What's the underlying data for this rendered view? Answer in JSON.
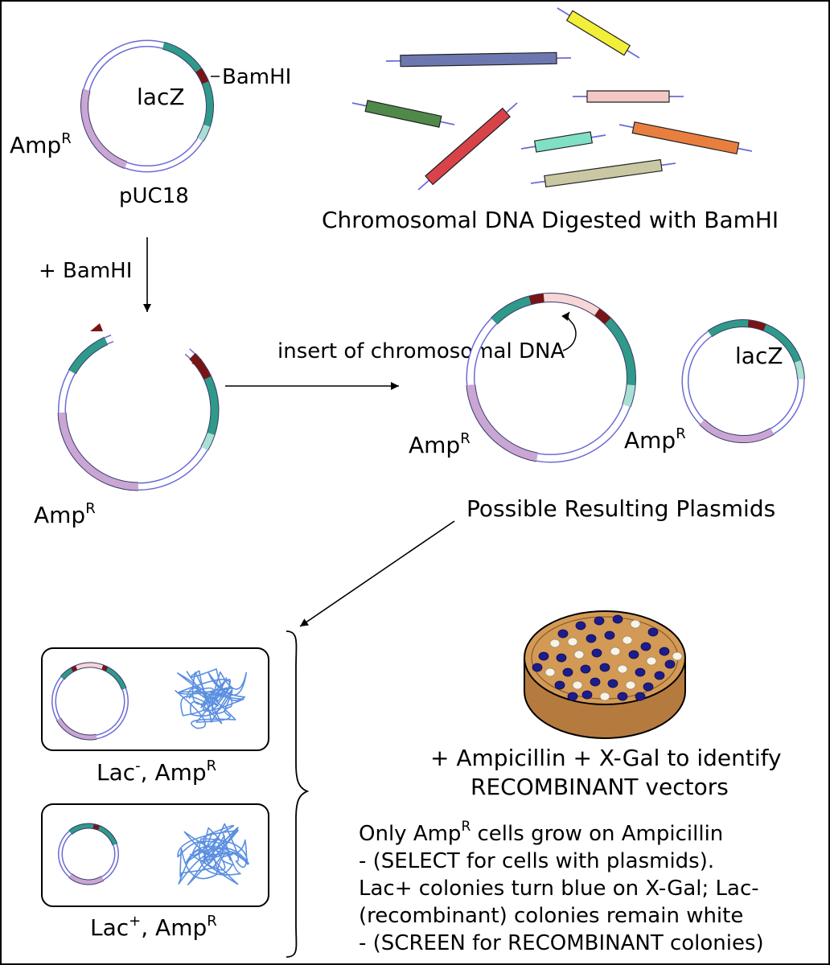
{
  "plasmid": {
    "gene_lacz": "lacZ",
    "site_bamhi": "BamHI",
    "amp_resistance": "Amp",
    "amp_superscript": "R",
    "name": "pUC18"
  },
  "chromosomal_dna": {
    "caption": "Chromosomal DNA Digested with BamHI",
    "fragment_colors": [
      "#6e78b0",
      "#f2ef3a",
      "#4f8a4a",
      "#f3c7c4",
      "#d8434a",
      "#e87f3f",
      "#7fe0c6",
      "#c9c8a2"
    ]
  },
  "digest": {
    "enzyme_label": "+ BamHI",
    "linearized_amp": "Amp",
    "linearized_amp_sup": "R"
  },
  "ligation": {
    "insert_label": "insert of chromosomal DNA",
    "recombinant_amp": "Amp",
    "recombinant_amp_sup": "R",
    "religated_lacz": "lacZ",
    "religated_amp": "Amp",
    "religated_amp_sup": "R",
    "caption": "Possible Resulting Plasmids"
  },
  "cells": [
    {
      "lac": "Lac",
      "lac_sup": "-",
      "amp": ", Amp",
      "amp_sup": "R"
    },
    {
      "lac": "Lac",
      "lac_sup": "+",
      "amp": ", Amp",
      "amp_sup": "R"
    }
  ],
  "plate": {
    "caption_line1": "+ Ampicillin + X-Gal to identify",
    "caption_line2": "RECOMBINANT vectors",
    "colony_colors": {
      "blue": "#1c1c8c",
      "white": "#f8f4e6",
      "agar": "#d39a55"
    }
  },
  "notes": {
    "line1_a": "Only Amp",
    "line1_sup": "R",
    "line1_b": " cells grow on Ampicillin",
    "line2": " - (SELECT for cells with plasmids).",
    "line3": "Lac+ colonies turn blue on X-Gal; Lac-",
    "line4": "(recombinant) colonies remain white",
    "line5": " - (SCREEN for RECOMBINANT colonies)"
  },
  "palette": {
    "backbone": "#6b6bd6",
    "lacz": "#2f9a8a",
    "lacz_light": "#a8e0d4",
    "bamhi": "#7a1414",
    "ampr": "#c9a6d4",
    "insert": "#f6d6d6"
  }
}
